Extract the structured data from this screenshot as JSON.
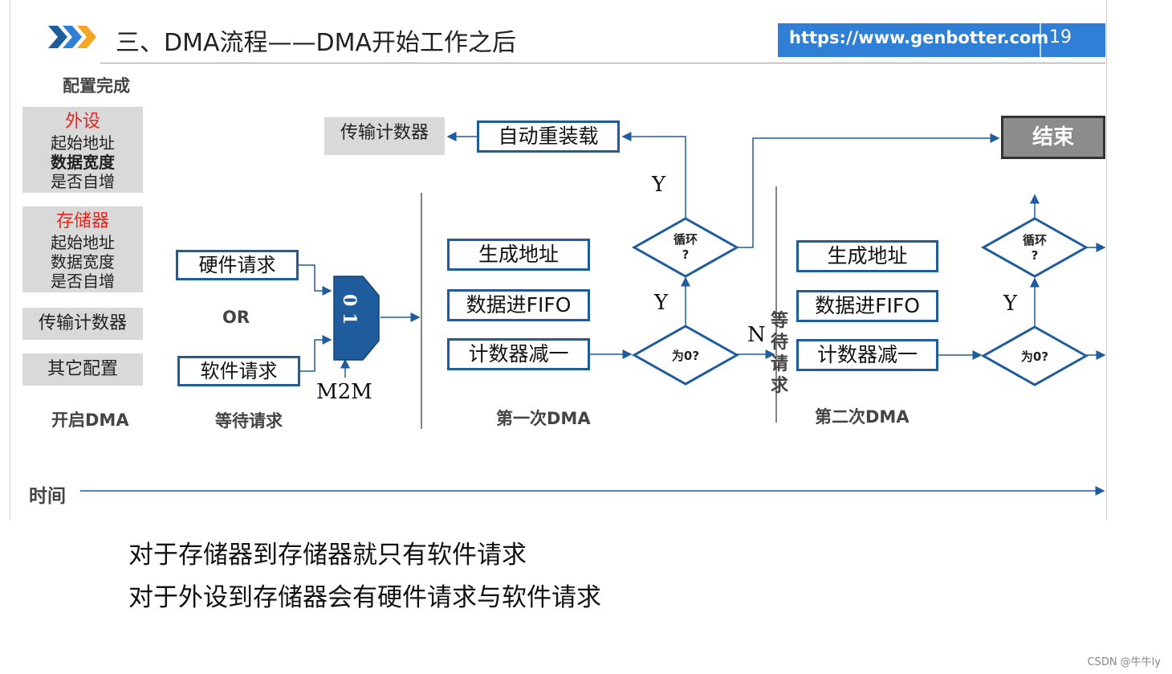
{
  "header": {
    "title": "三、DMA流程——DMA开始工作之后",
    "url": "https://www.genbotter.com",
    "page_number": "19"
  },
  "config": {
    "section_label": "配置完成",
    "peripheral": {
      "title": "外设",
      "lines": [
        "起始地址",
        "数据宽度",
        "是否自增"
      ]
    },
    "memory": {
      "title": "存储器",
      "lines": [
        "起始地址",
        "数据宽度",
        "是否自增"
      ]
    },
    "counter": "传输计数器",
    "other": "其它配置",
    "start_label": "开启DMA"
  },
  "wait": {
    "hardware_request": "硬件请求",
    "or_label": "OR",
    "software_request": "软件请求",
    "mux_label": "0 1",
    "m2m_label": "M2M",
    "section_label": "等待请求"
  },
  "first_dma": {
    "counter_box": "传输计数器",
    "auto_reload": "自动重装载",
    "gen_address": "生成地址",
    "data_fifo": "数据进FIFO",
    "counter_dec": "计数器减一",
    "loop_decision": "循环\n?",
    "zero_decision": "为0?",
    "y_upper": "Y",
    "y_lower": "Y",
    "section_label": "第一次DMA"
  },
  "between": {
    "n_label": "N",
    "wait_vertical": [
      "等",
      "待",
      "请",
      "求"
    ]
  },
  "second_dma": {
    "gen_address": "生成地址",
    "data_fifo": "数据进FIFO",
    "counter_dec": "计数器减一",
    "loop_decision": "循环\n?",
    "zero_decision": "为0?",
    "y_label": "Y",
    "section_label": "第二次DMA"
  },
  "end_label": "结束",
  "time_label": "时间",
  "captions": [
    "对于存储器到存储器就只有软件请求",
    "对于外设到存储器会有硬件请求与软件请求"
  ],
  "watermark": "CSDN @牛牛ly",
  "colors": {
    "accent_blue": "#1f5c9e",
    "url_bar": "#2f7fd6",
    "red_title": "#e8251c",
    "gray_box": "#d9d9d9"
  }
}
